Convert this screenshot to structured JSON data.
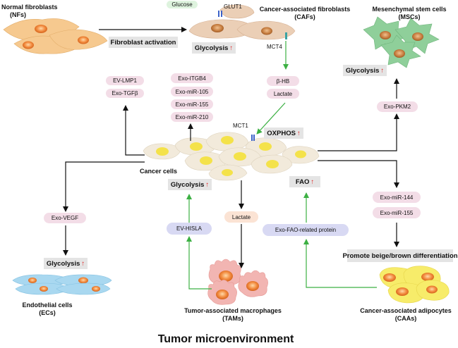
{
  "cell_labels": {
    "nfs": [
      "Normal fibroblasts",
      "(NFs)"
    ],
    "cafs": [
      "Cancer-associated fibroblasts",
      "(CAFs)"
    ],
    "mscs": [
      "Mesenchymal stem cells",
      "(MSCs)"
    ],
    "cancer": "Cancer cells",
    "ecs": [
      "Endothelial cells",
      "(ECs)"
    ],
    "tams": [
      "Tumor-associated macrophages",
      "(TAMs)"
    ],
    "caas": [
      "Cancer-associated adipocytes",
      "(CAAs)"
    ]
  },
  "boxes": {
    "fibroblast_activation": "Fibroblast activation",
    "glycolysis_cafs": "Glycolysis",
    "glycolysis_mscs": "Glycolysis",
    "oxphos": "OXPHOS",
    "glycolysis_cancer": "Glycolysis",
    "fao": "FAO",
    "glycolysis_ecs": "Glycolysis",
    "beige": "Promote beige/brown differentiation"
  },
  "up_arrow": "↑",
  "pills": {
    "glucose": "Glucose",
    "ev_lmp1": "EV-LMP1",
    "exo_tgfb": "Exo-TGFβ",
    "exo_itgb4": "Exo-ITGB4",
    "exo_mir105": "Exo-miR-105",
    "exo_mir155_caf": "Exo-miR-155",
    "exo_mir210": "Exo-miR-210",
    "b_hb": "β-HB",
    "lactate_caf": "Lactate",
    "exo_pkm2": "Exo-PKM2",
    "exo_vegf": "Exo-VEGF",
    "ev_hisla": "EV-HISLA",
    "lactate_tam": "Lactate",
    "exo_fao": "Exo-FAO-related protein",
    "exo_mir144": "Exo-miR-144",
    "exo_mir155_caa": "Exo-miR-155"
  },
  "transporters": {
    "glut1": "GLUT1",
    "mct4": "MCT4",
    "mct1": "MCT1"
  },
  "colors": {
    "arrow_black": "#111111",
    "arrow_green": "#3cb043",
    "glycolysis_up": "#e02626",
    "fibroblast_fill": "#f6c98f",
    "caf_fill": "#ebcfb6",
    "msc_fill": "#8fcf9a",
    "cancer_fill": "#f2eadb",
    "cancer_nucleus": "#f4e24a",
    "ec_fill": "#a9d8f0",
    "tam_fill": "#f2b5b2",
    "caa_fill": "#f7ec6a",
    "transporter": "#3c62c8"
  },
  "footer": "Tumor microenvironment"
}
